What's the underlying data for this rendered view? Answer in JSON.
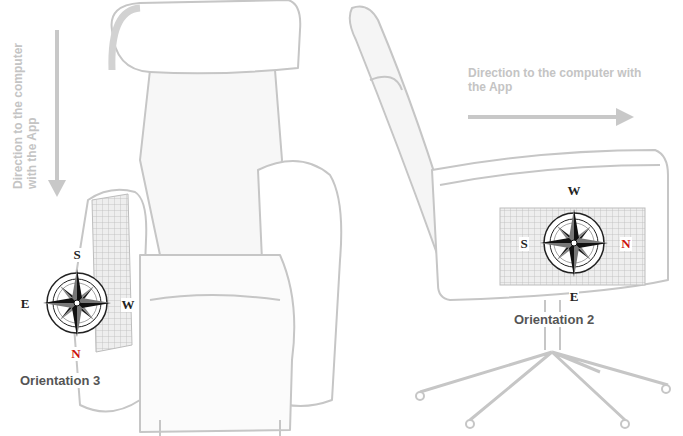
{
  "diagram": {
    "labels": [
      "Direction to the computer with the App",
      "S",
      "E",
      "W",
      "N",
      "Orientation 3",
      "Direction to the computer with the App",
      "W",
      "S",
      "N",
      "E",
      "Orientation 2"
    ]
  }
}
